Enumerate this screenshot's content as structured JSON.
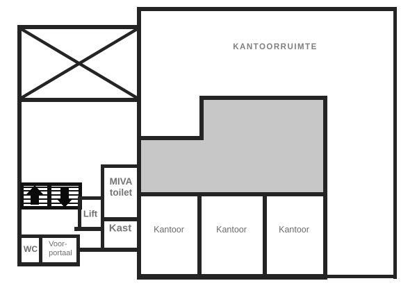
{
  "floorplan": {
    "rooms": {
      "kantoorruimte": {
        "label": "KANTOORRUIMTE"
      },
      "miva_toilet": {
        "line1": "MIVA",
        "line2": "toilet"
      },
      "lift": {
        "label": "Lift"
      },
      "kast": {
        "label": "Kast"
      },
      "kantoor_1": {
        "label": "Kantoor"
      },
      "kantoor_2": {
        "label": "Kantoor"
      },
      "kantoor_3": {
        "label": "Kantoor"
      },
      "wc": {
        "label": "WC"
      },
      "voorportaal": {
        "line1": "Voor-",
        "line2": "portaal"
      }
    },
    "icons": [
      {
        "name": "stairs-up-arrow"
      },
      {
        "name": "stairs-down-arrow"
      },
      {
        "name": "stairwell-cross"
      }
    ],
    "colors": {
      "wall": "#242424",
      "stair_detail": "#111111",
      "highlight_fill": "#c7c7c7",
      "label_gray": "#6e6e6e",
      "background": "#ffffff"
    }
  }
}
